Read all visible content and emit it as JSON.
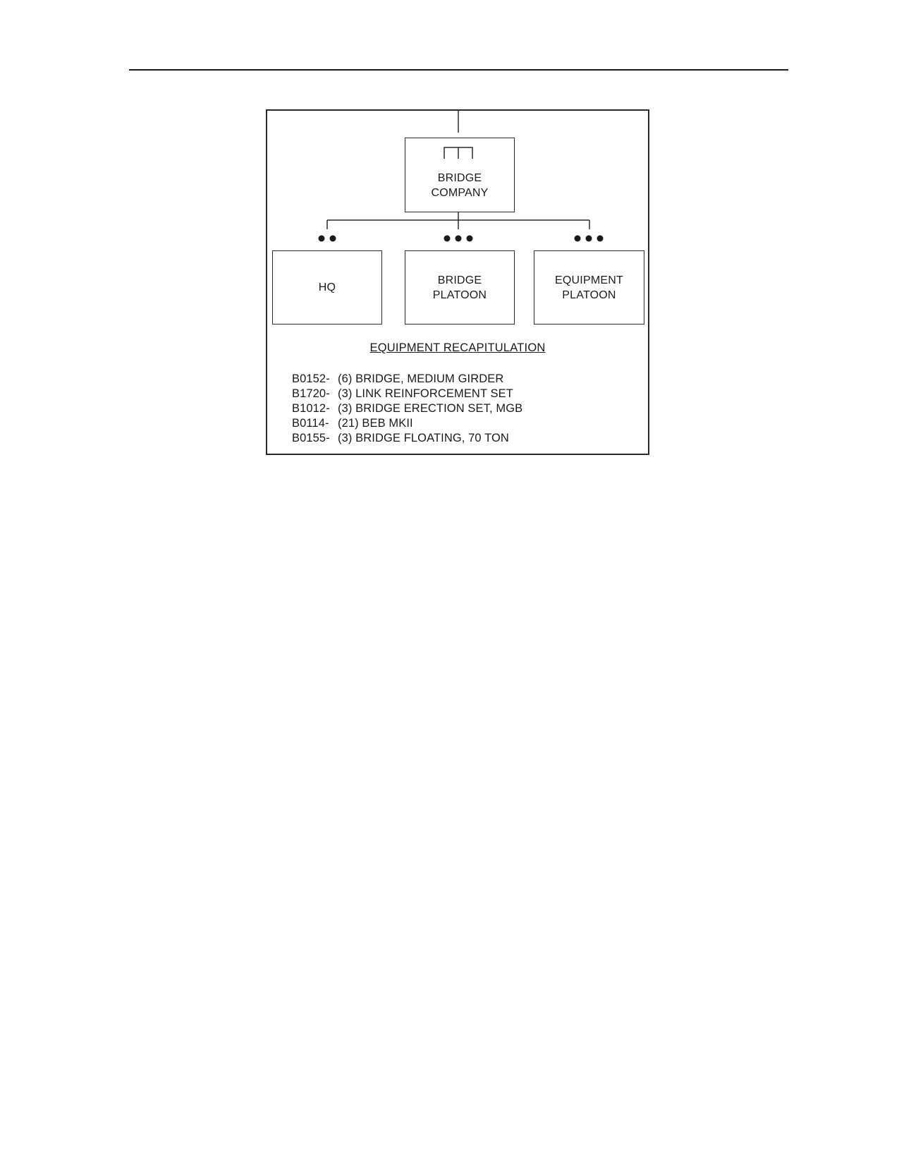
{
  "diagram": {
    "units": {
      "company": {
        "line1": "BRIDGE",
        "line2": "COMPANY"
      },
      "hq": {
        "line1": "HQ",
        "line2": ""
      },
      "bridge_platoon": {
        "line1": "BRIDGE",
        "line2": "PLATOON"
      },
      "equipment_platoon": {
        "line1": "EQUIPMENT",
        "line2": "PLATOON"
      }
    },
    "echelon_symbols": {
      "company": "company-bracket-symbol",
      "hq": "section-two-dots",
      "bridge_platoon": "platoon-three-dots",
      "equipment_platoon": "platoon-three-dots"
    }
  },
  "recap": {
    "title": "EQUIPMENT RECAPITULATION",
    "items": [
      {
        "code": "B0152-",
        "desc": "(6) BRIDGE, MEDIUM GIRDER"
      },
      {
        "code": "B1720-",
        "desc": "(3) LINK REINFORCEMENT SET"
      },
      {
        "code": "B1012-",
        "desc": "(3) BRIDGE ERECTION SET, MGB"
      },
      {
        "code": "B0114-",
        "desc": "(21) BEB MKII"
      },
      {
        "code": "B0155-",
        "desc": "(3) BRIDGE FLOATING, 70 TON"
      }
    ]
  }
}
